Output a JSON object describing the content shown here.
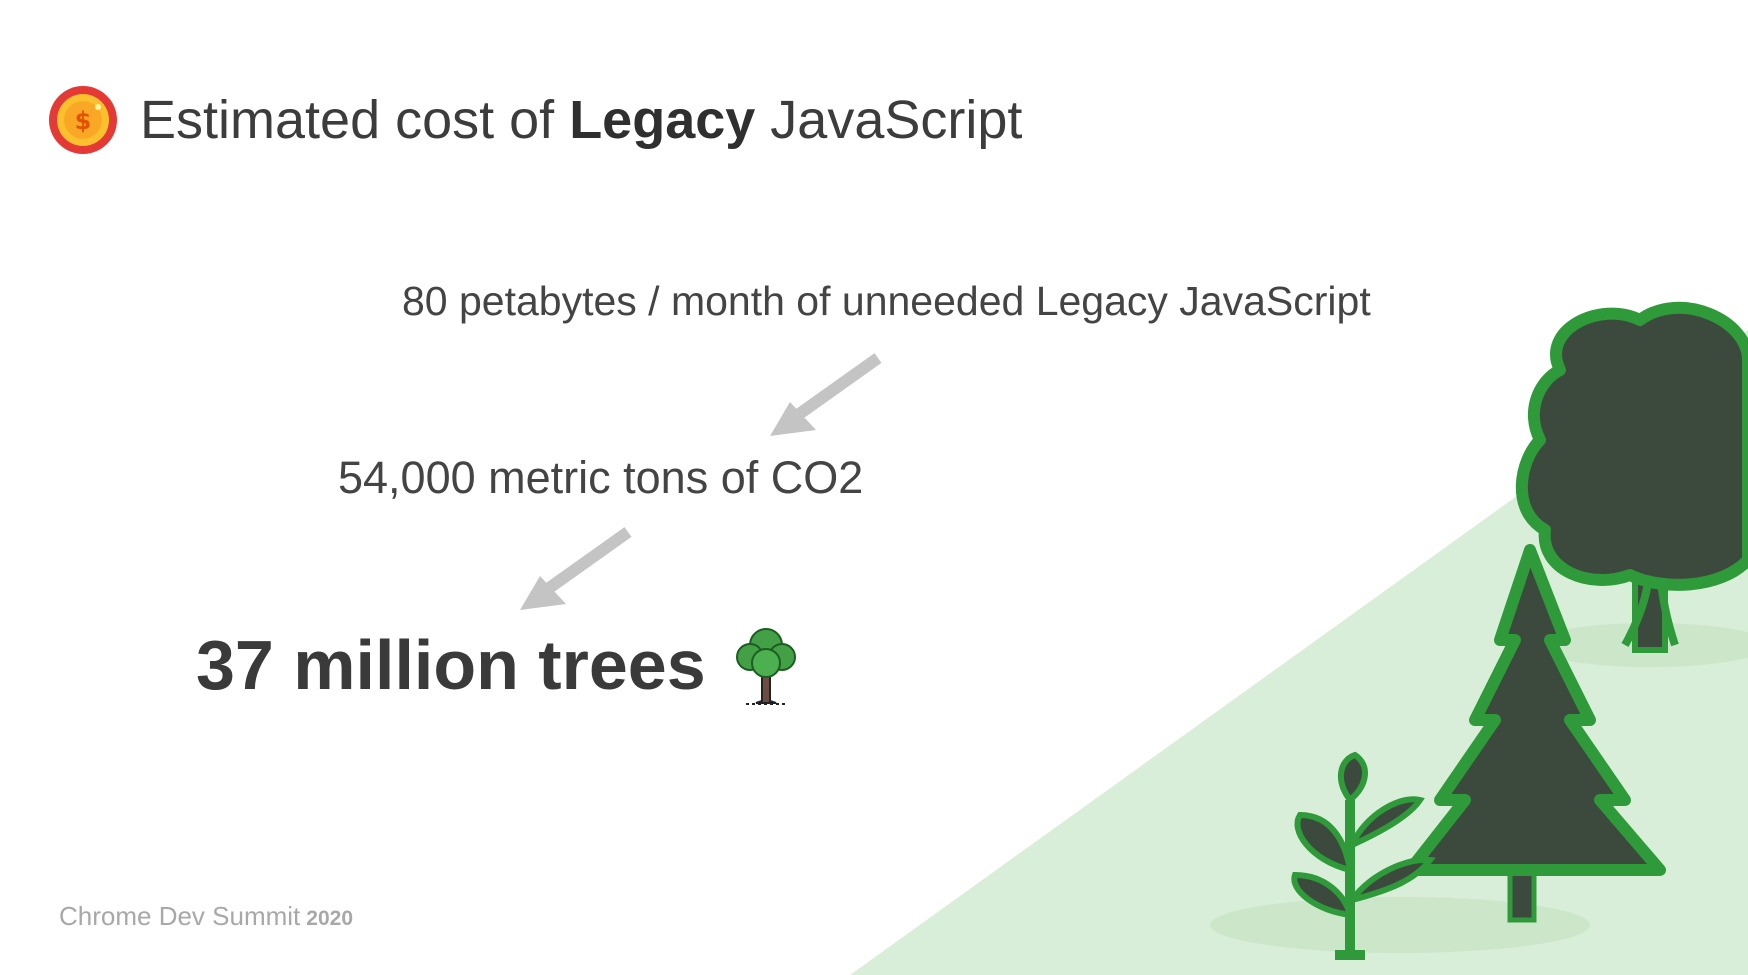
{
  "slide": {
    "title_prefix": "Estimated cost of ",
    "title_bold": "Legacy",
    "title_suffix": " JavaScript",
    "title_icon": "coin-icon",
    "lines": [
      "80 petabytes / month of unneeded Legacy JavaScript",
      "54,000 metric tons of CO2",
      "37 million trees"
    ],
    "trailing_icon": "tree-emoji-icon",
    "footer_name": "Chrome Dev Summit",
    "footer_year": "2020"
  },
  "colors": {
    "text": "#444444",
    "arrow": "#c4c4c4",
    "background_triangle": "#d9eed8",
    "tree_dark": "#3c4a3e",
    "tree_green": "#2f9a3a",
    "footer": "#a8a8a8"
  }
}
